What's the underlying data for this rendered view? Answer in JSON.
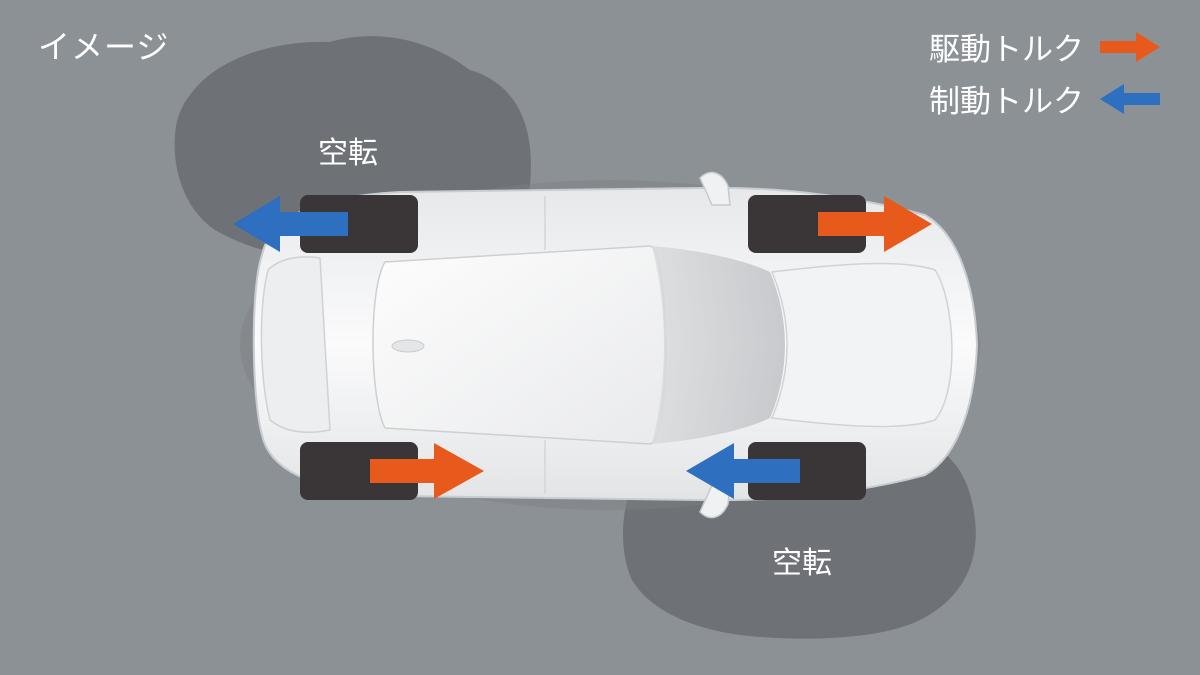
{
  "image_note": "イメージ",
  "spin_label_rear_left": "空転",
  "spin_label_front_right": "空転",
  "legend": {
    "drive_torque": "駆動トルク",
    "brake_torque": "制動トルク"
  },
  "colors": {
    "background": "#8c9196",
    "slip_zone": "#6e7277",
    "drive_arrow": "#e85a1b",
    "brake_arrow": "#2e6fbf",
    "tire": "#3a3536",
    "car_body": "#f4f5f6"
  }
}
